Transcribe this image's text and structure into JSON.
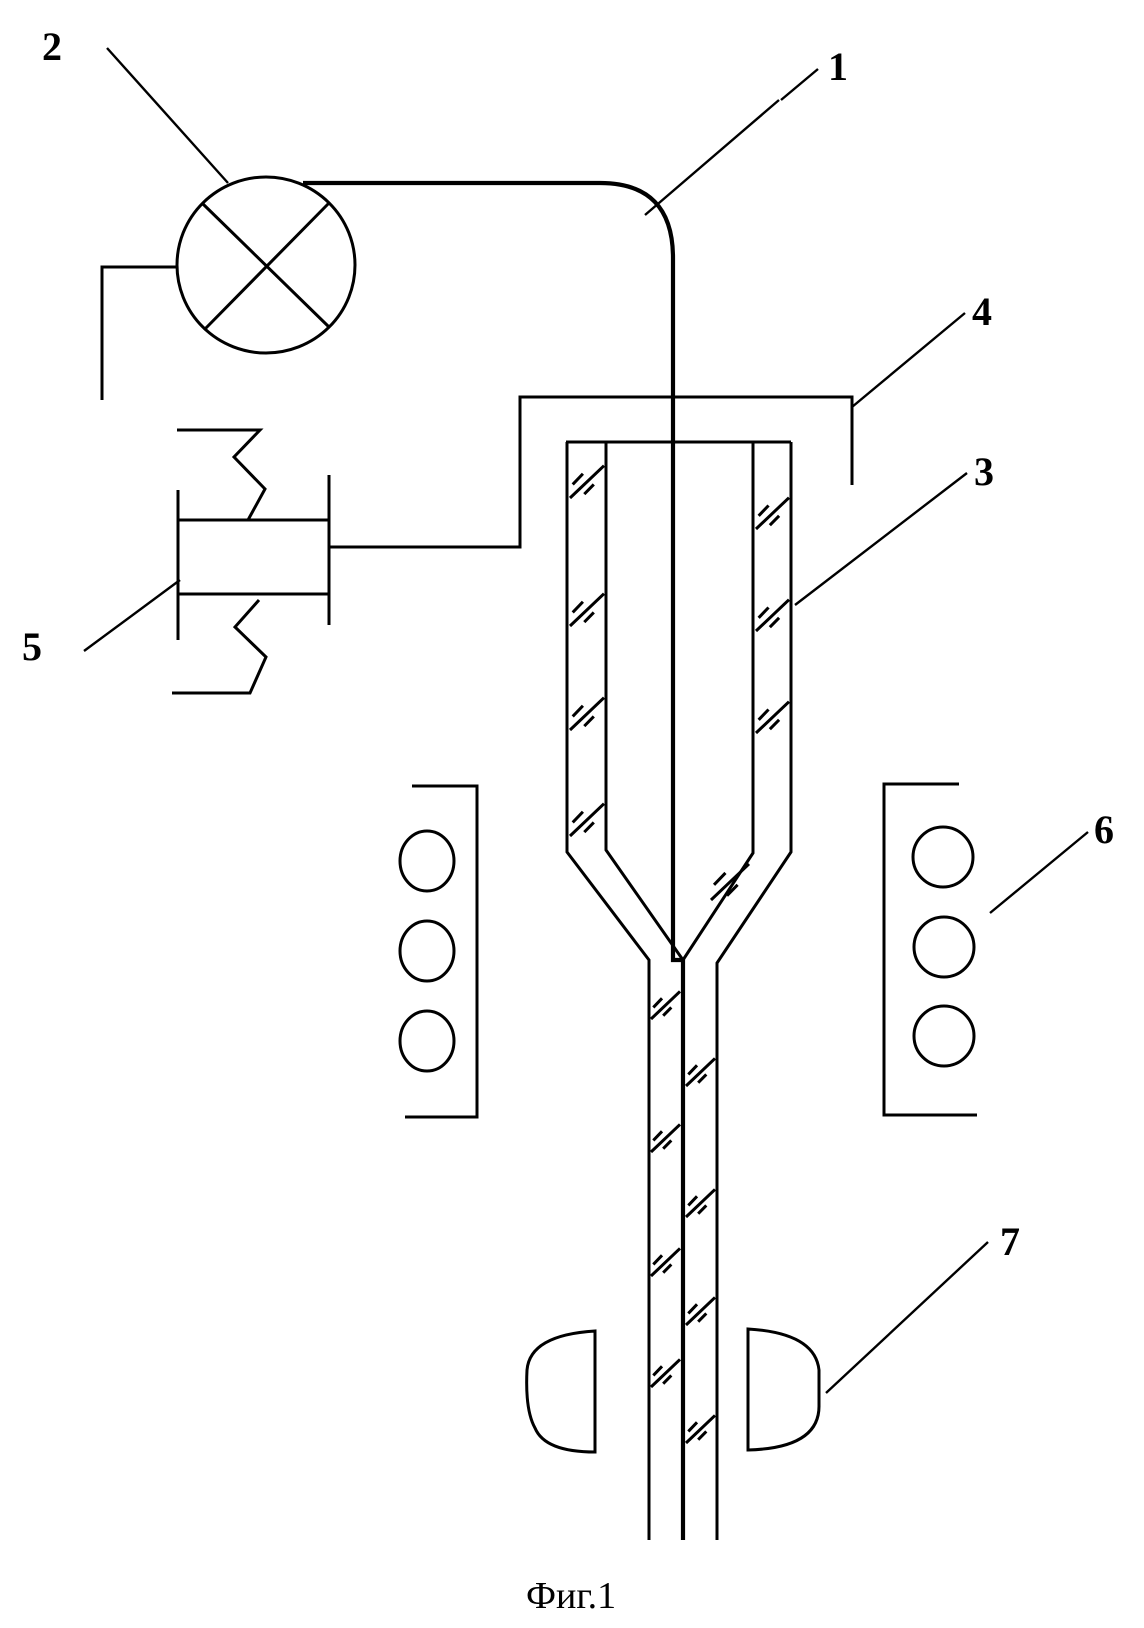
{
  "figure": {
    "caption": "Фиг.1",
    "labels": [
      {
        "id": "1",
        "text": "1",
        "component": "optical-fiber"
      },
      {
        "id": "2",
        "text": "2",
        "component": "fiber-spool"
      },
      {
        "id": "3",
        "text": "3",
        "component": "glass-tube-preform"
      },
      {
        "id": "4",
        "text": "4",
        "component": "sealing-cap"
      },
      {
        "id": "5",
        "text": "5",
        "component": "vacuum-pump"
      },
      {
        "id": "6",
        "text": "6",
        "component": "heater"
      },
      {
        "id": "7",
        "text": "7",
        "component": "diameter-gauge"
      }
    ]
  }
}
